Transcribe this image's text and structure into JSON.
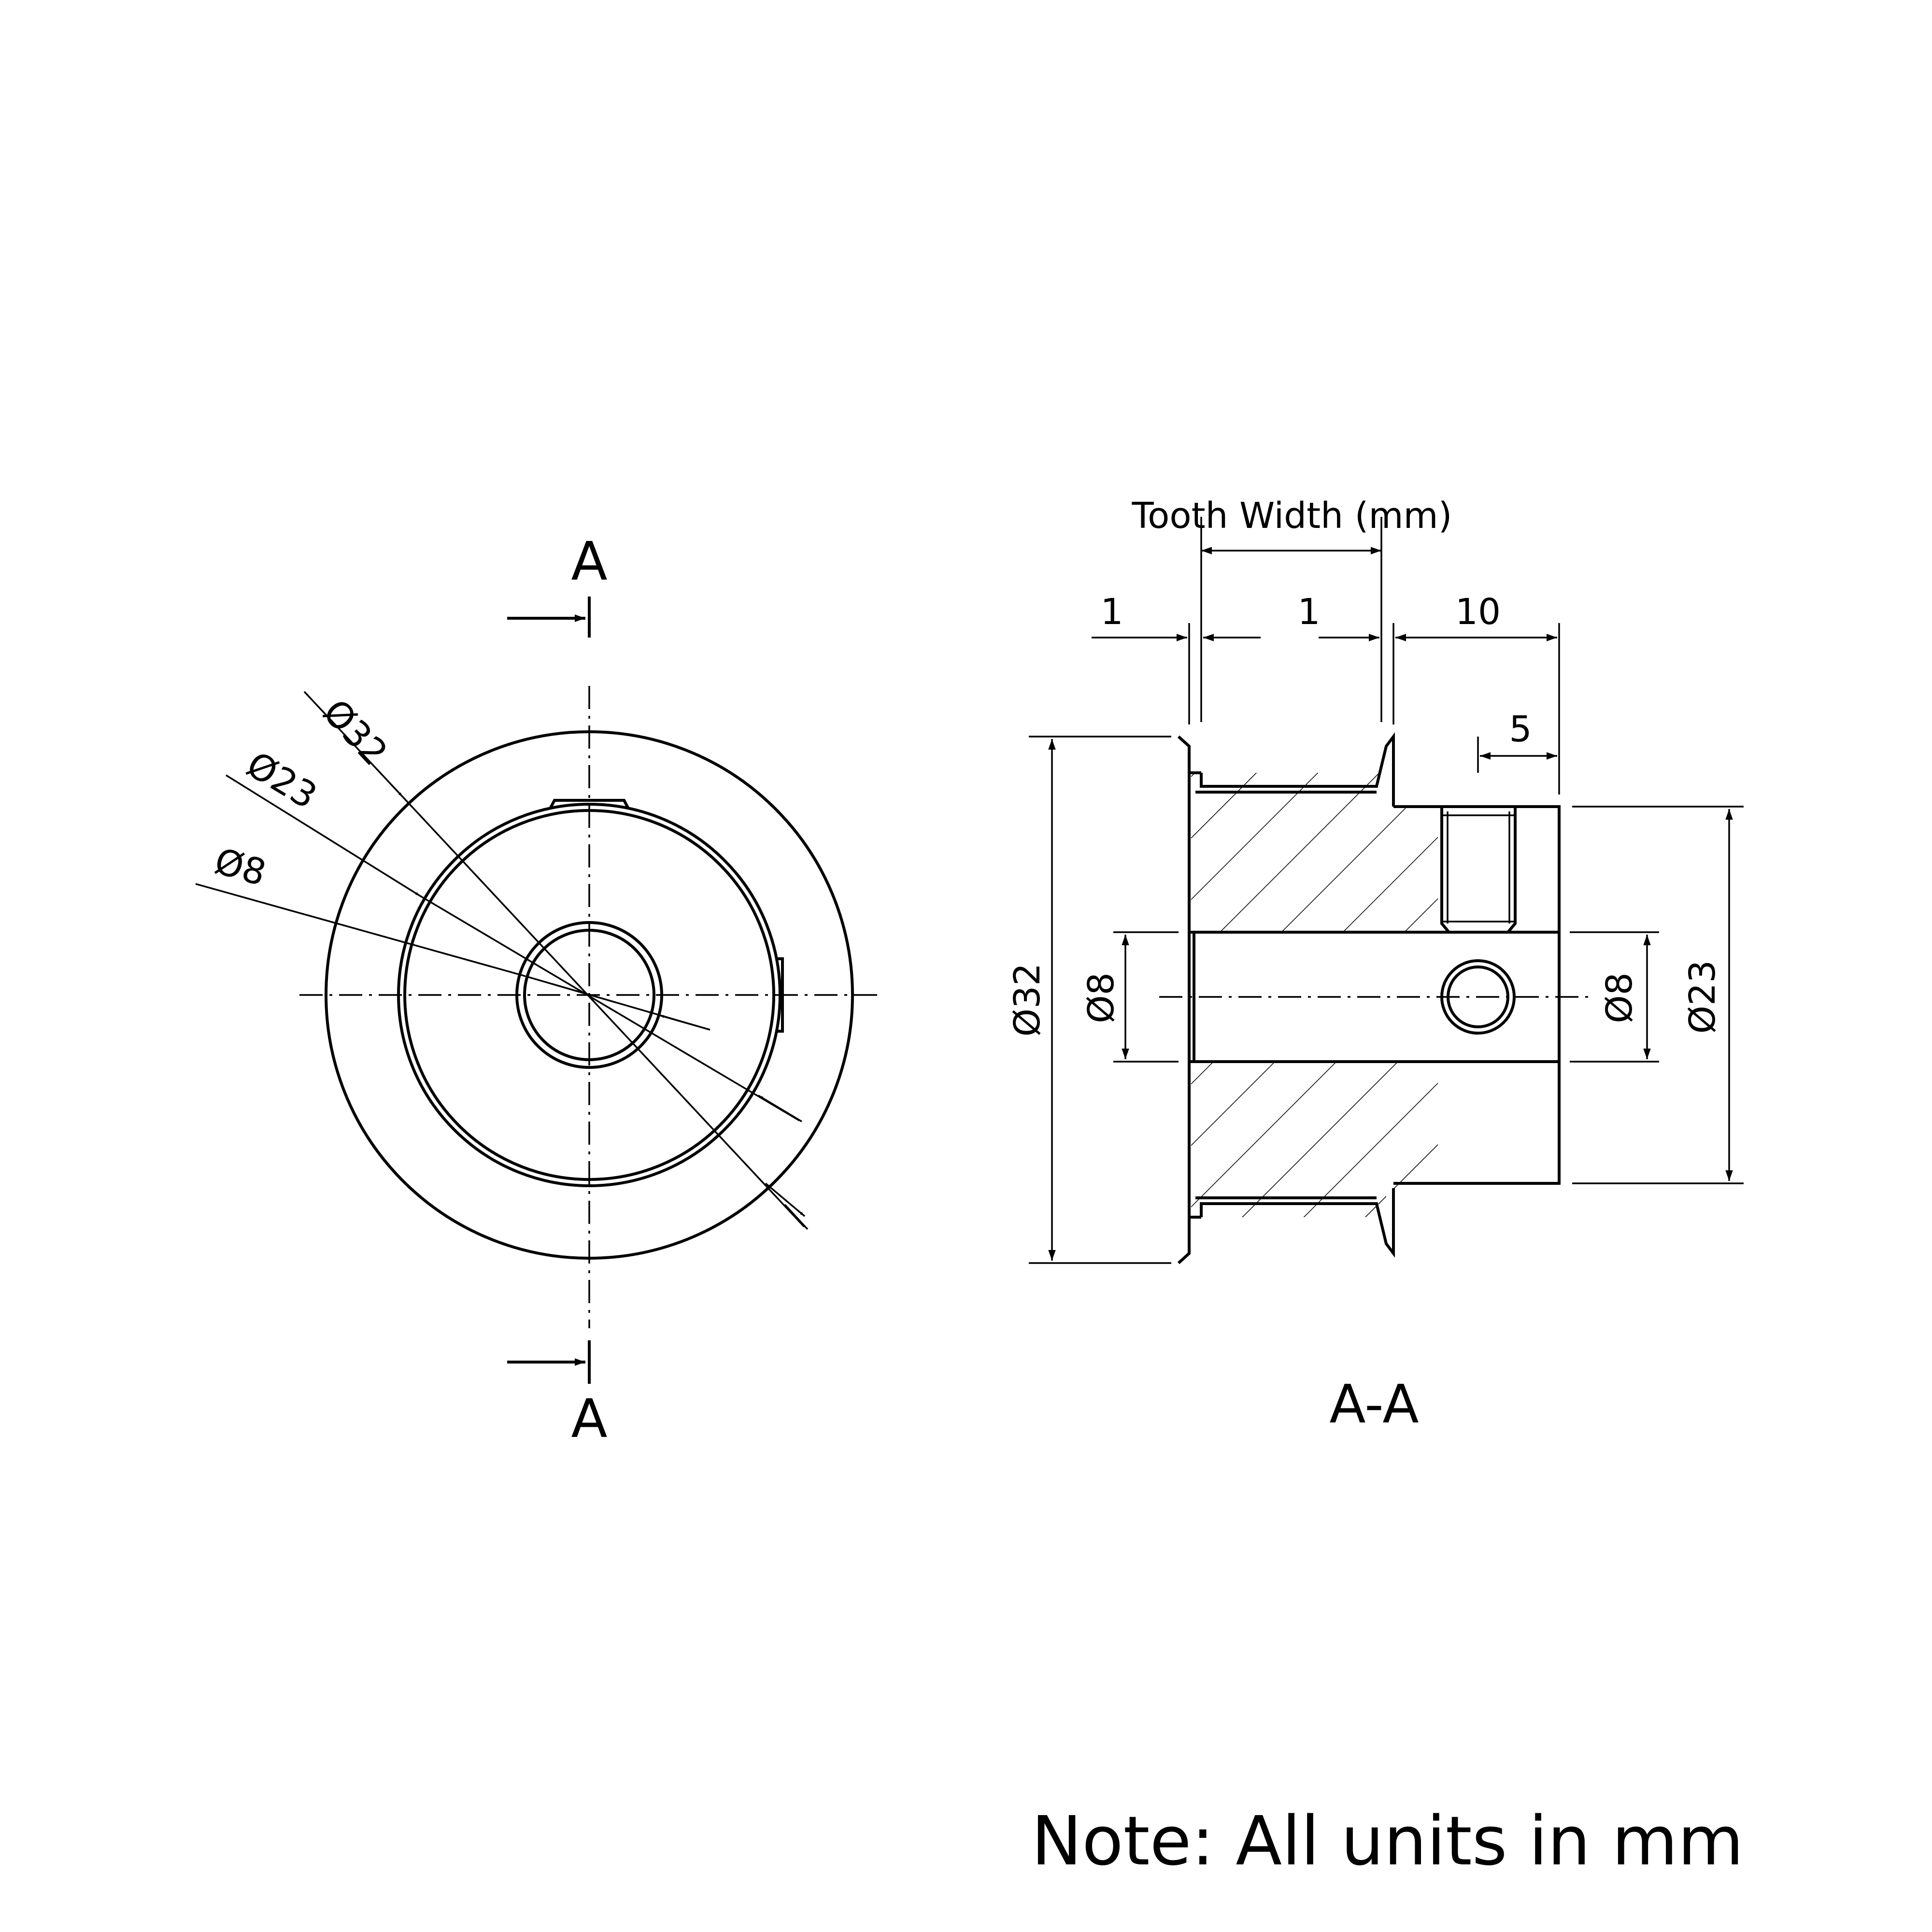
{
  "front_view": {
    "section_mark_top": "A",
    "section_mark_bottom": "A",
    "dim_outer": "Ø32",
    "dim_hub": "Ø23",
    "dim_bore": "Ø8"
  },
  "section_view": {
    "title": "A-A",
    "tooth_width_label": "Tooth Width (mm)",
    "dim_flange_left": "1",
    "dim_tooth_width": "1",
    "dim_hub_length": "10",
    "dim_set_screw": "5",
    "dim_outer_dia": "Ø32",
    "dim_bore_left": "Ø8",
    "dim_bore_right": "Ø8",
    "dim_hub_dia": "Ø23"
  },
  "note": "Note: All units in mm"
}
